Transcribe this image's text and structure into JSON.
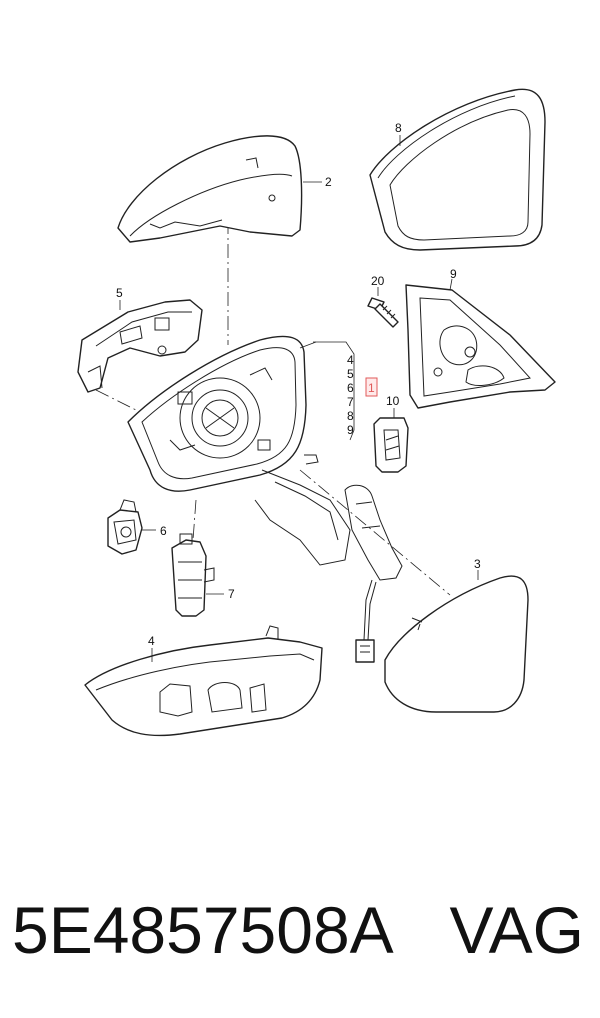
{
  "labels": {
    "cover_cap": "2",
    "mirror_glass_top": "8",
    "bracket": "5",
    "screw": "20",
    "backing_plate": "9",
    "group_ref": "1",
    "turn_signal": "10",
    "motor": "6",
    "actuator": "7",
    "mirror_glass": "3",
    "lower_housing": "4",
    "group_list": [
      "4",
      "5",
      "6",
      "7",
      "8",
      "9"
    ]
  },
  "footer": {
    "part_number": "5E4857508A",
    "brand": "VAG"
  },
  "colors": {
    "highlight": "#e05a5a",
    "line": "#222222"
  }
}
